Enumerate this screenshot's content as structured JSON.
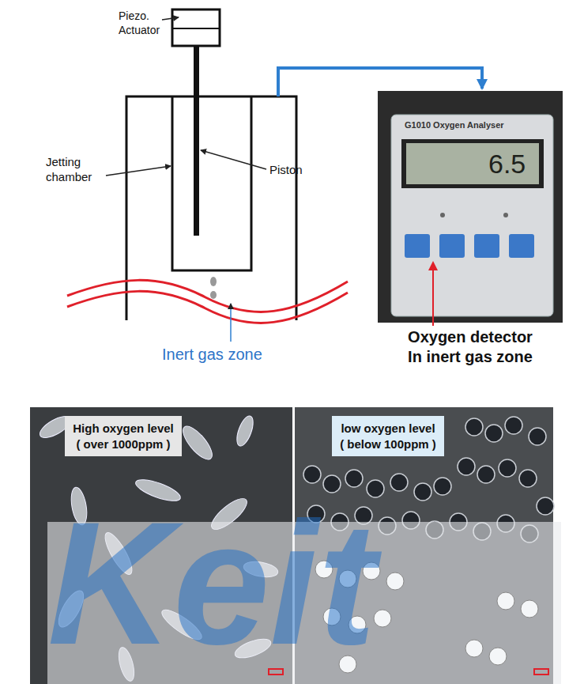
{
  "diagram": {
    "nodes": [
      {
        "text": [
          "High oxygen level",
          "( over 1000ppm )"
        ]
      },
      {
        "text": [
          "low oxygen level",
          "( below 100ppm )"
        ]
      }
    ],
    "labels": [
      "Piezo. Actuator",
      "Jetting chamber",
      "Piston",
      "Inert gas zone",
      "G1010 Oxygen Analyser",
      "6.5",
      "Oxygen detector In inert gas zone",
      "Keit"
    ]
  }
}
